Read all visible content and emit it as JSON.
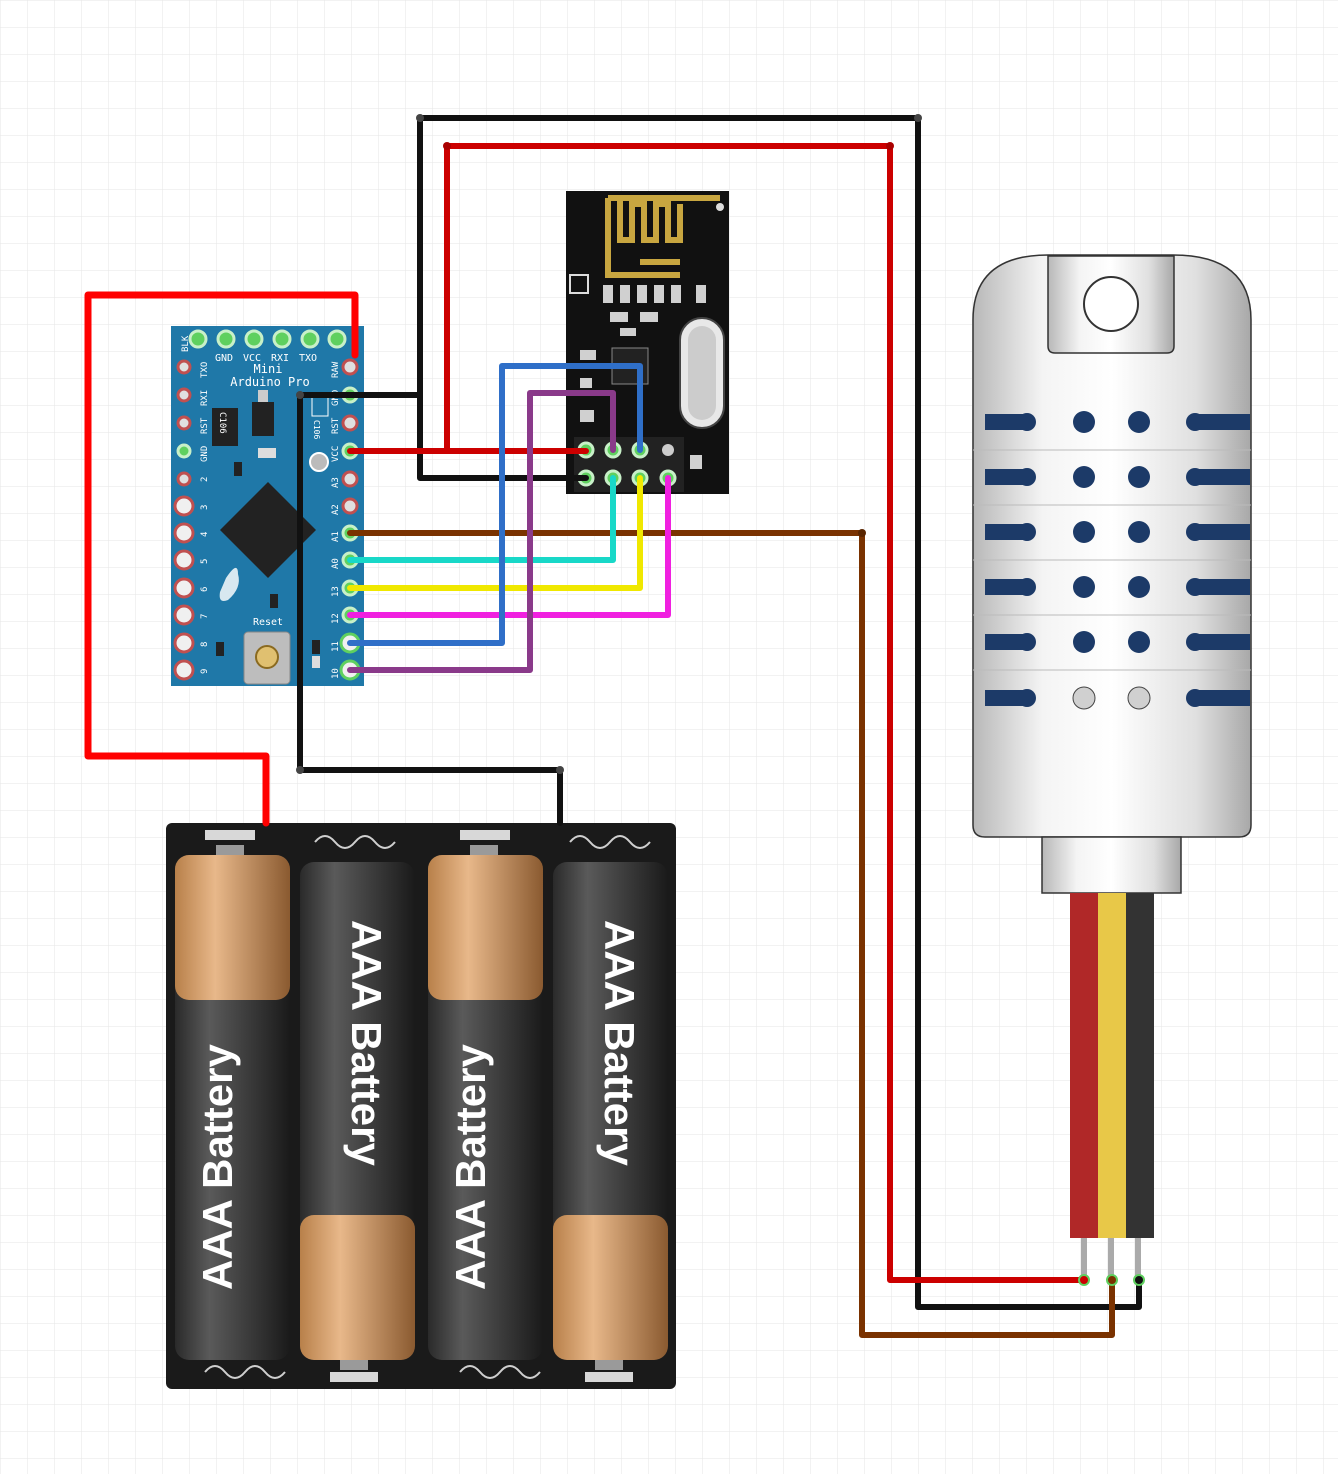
{
  "arduino": {
    "title_line1": "Mini",
    "title_line2": "Arduino Pro",
    "reset_label": "Reset",
    "chip_label": "C106",
    "top_pins": [
      "BLK",
      "GND",
      "VCC",
      "RXI",
      "TXO"
    ],
    "left_pins": [
      "TXO",
      "RXI",
      "RST",
      "GND",
      "2",
      "3",
      "4",
      "5",
      "6",
      "7",
      "8",
      "9"
    ],
    "right_pins": [
      "RAW",
      "GND",
      "RST",
      "VCC",
      "A3",
      "A2",
      "A1",
      "A0",
      "13",
      "12",
      "11",
      "10"
    ]
  },
  "batteries": {
    "labels": [
      "AAA Battery",
      "AAA Battery",
      "AAA Battery",
      "AAA Battery"
    ]
  },
  "colors": {
    "wire_red": "#cc0000",
    "wire_bright_red": "#ff0000",
    "wire_black": "#111111",
    "wire_brown": "#7a3200",
    "wire_blue": "#2f6fc8",
    "wire_purple": "#8a3a8a",
    "wire_cyan": "#18d8c8",
    "wire_yellow": "#f0e800",
    "wire_magenta": "#f020e0",
    "arduino_board": "#1f78a8",
    "nrf_board": "#111111",
    "nrf_antenna": "#c8a640",
    "sensor_body": "#e8e8e8",
    "sensor_holes": "#1c3a68"
  }
}
